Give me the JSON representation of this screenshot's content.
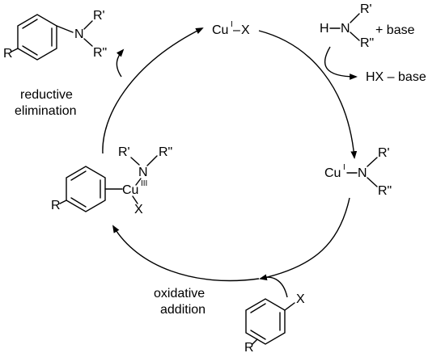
{
  "catalyst": {
    "metal": "Cu",
    "ox": "I",
    "bond": "–",
    "x": "X"
  },
  "amine": {
    "h": "H",
    "n": "N",
    "r1": "R'",
    "r2": "R\"",
    "base": "+ base"
  },
  "byproduct": {
    "text": "HX – base"
  },
  "amido": {
    "metal": "Cu",
    "ox": "I",
    "n": "N",
    "r1": "R'",
    "r2": "R\""
  },
  "intermediate": {
    "n": "N",
    "r1": "R'",
    "r2": "R\"",
    "metal": "Cu",
    "ox": "III",
    "x": "X",
    "r": "R"
  },
  "product": {
    "r": "R",
    "n": "N",
    "r1": "R'",
    "r2": "R\""
  },
  "aryl_halide": {
    "x": "X",
    "r": "R"
  },
  "steps": {
    "reductive_line1": "reductive",
    "reductive_line2": "elimination",
    "oxidative_line1": "oxidative",
    "oxidative_line2": "addition"
  }
}
